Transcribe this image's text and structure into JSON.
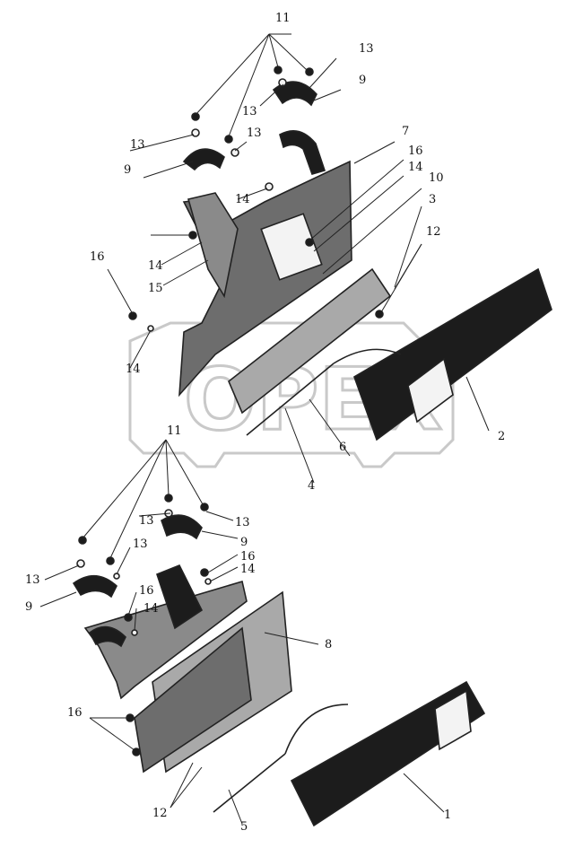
{
  "diagram": {
    "watermark": "OPEX",
    "callouts": {
      "c11_top": "11",
      "c13_a": "13",
      "c9_a": "9",
      "c13_b": "13",
      "c13_c": "13",
      "c13_d": "13",
      "c9_b": "9",
      "c7": "7",
      "c16_a": "16",
      "c14_a": "14",
      "c10": "10",
      "c14_b": "14",
      "c3": "3",
      "c12_a": "12",
      "c16_b": "16",
      "c14_c": "14",
      "c15": "15",
      "c14_d": "14",
      "c2": "2",
      "c6": "6",
      "c4": "4",
      "c11_bot": "11",
      "c13_e": "13",
      "c13_f": "13",
      "c9_c": "9",
      "c13_g": "13",
      "c16_c": "16",
      "c14_e": "14",
      "c9_d": "9",
      "c16_d": "16",
      "c14_f": "14",
      "c8": "8",
      "c16_e": "16",
      "c12_b": "12",
      "c5": "5",
      "c1": "1"
    }
  }
}
